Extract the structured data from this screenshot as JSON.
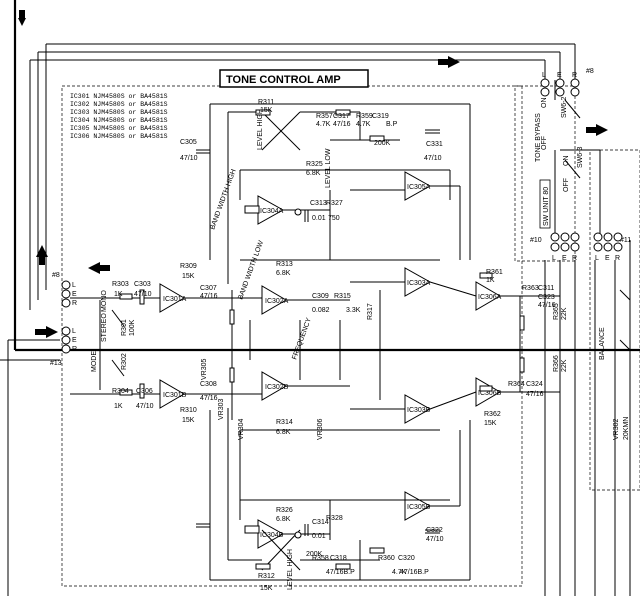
{
  "title": "TONE CONTROL AMP",
  "ic_list": [
    "IC301 NJM4580S or BA4581S",
    "IC302 NJM4580S or BA4581S",
    "IC303 NJM4580S or BA4581S",
    "IC304 NJM4580S or BA4581S",
    "IC305 NJM4580S or BA4581S",
    "IC306 NJM4580S or BA4581S"
  ],
  "connectors": {
    "left": "#8",
    "left_bottom": "#13",
    "right_top": "#8",
    "right_mid": "#10",
    "right_far": "#11"
  },
  "terminal_letters": [
    "L",
    "E",
    "R"
  ],
  "switch_unit": "SW UNIT 80",
  "tone_bypass": "TONE BYPASS",
  "sw_labels": [
    "SW6-2",
    "SW6-3",
    "ON",
    "OFF",
    "ON",
    "OFF"
  ],
  "monitor": {
    "stereo": "STEREO",
    "mono": "MONO",
    "mode": "MODE"
  },
  "balance": "BALANCE",
  "ics": [
    "IC301A",
    "IC301B",
    "IC302A",
    "IC302B",
    "IC303A",
    "IC303B",
    "IC304A",
    "IC304B",
    "IC305A",
    "IC305B",
    "IC306A",
    "IC306B"
  ],
  "parts": [
    "R311",
    "15K",
    "R357",
    "4.7K",
    "C317",
    "47/16",
    "R359",
    "4.7K",
    "C319",
    "B.P",
    "200K",
    "LEVEL HIGH",
    "C305",
    "47/10",
    "R325",
    "6.8K",
    "C331",
    "47/10",
    "BAND WIDTH HIGH",
    "LEVEL LOW",
    "R327",
    "C313",
    "0.01",
    "750",
    "R309",
    "15K",
    "R313",
    "6.8K",
    "C307",
    "47/16",
    "BAND WIDTH LOW",
    "C309",
    "0.082",
    "R315",
    "3.3K",
    "R317",
    "R361",
    "1K",
    "C311",
    "C323",
    "47/16",
    "R363",
    "R303",
    "1K",
    "C303",
    "47/10",
    "100K",
    "R301",
    "R302",
    "R304",
    "1K",
    "C306",
    "47/10",
    "C308",
    "47/16",
    "R310",
    "15K",
    "R314",
    "6.8K",
    "R362",
    "15K",
    "R364",
    "C324",
    "47/16",
    "R326",
    "6.8K",
    "R328",
    "C314",
    "0.01",
    "C322",
    "47/10",
    "R312",
    "15K",
    "R360",
    "4.7K",
    "C320",
    "47/16B.P",
    "R358",
    "C318",
    "47/16B.P",
    "LEVEL HIGH",
    "200K",
    "FREQUENCY",
    "VR303",
    "VR304",
    "VR305",
    "VR306",
    "VR302",
    "20KMN",
    "R365",
    "22K",
    "R366",
    "22K"
  ]
}
